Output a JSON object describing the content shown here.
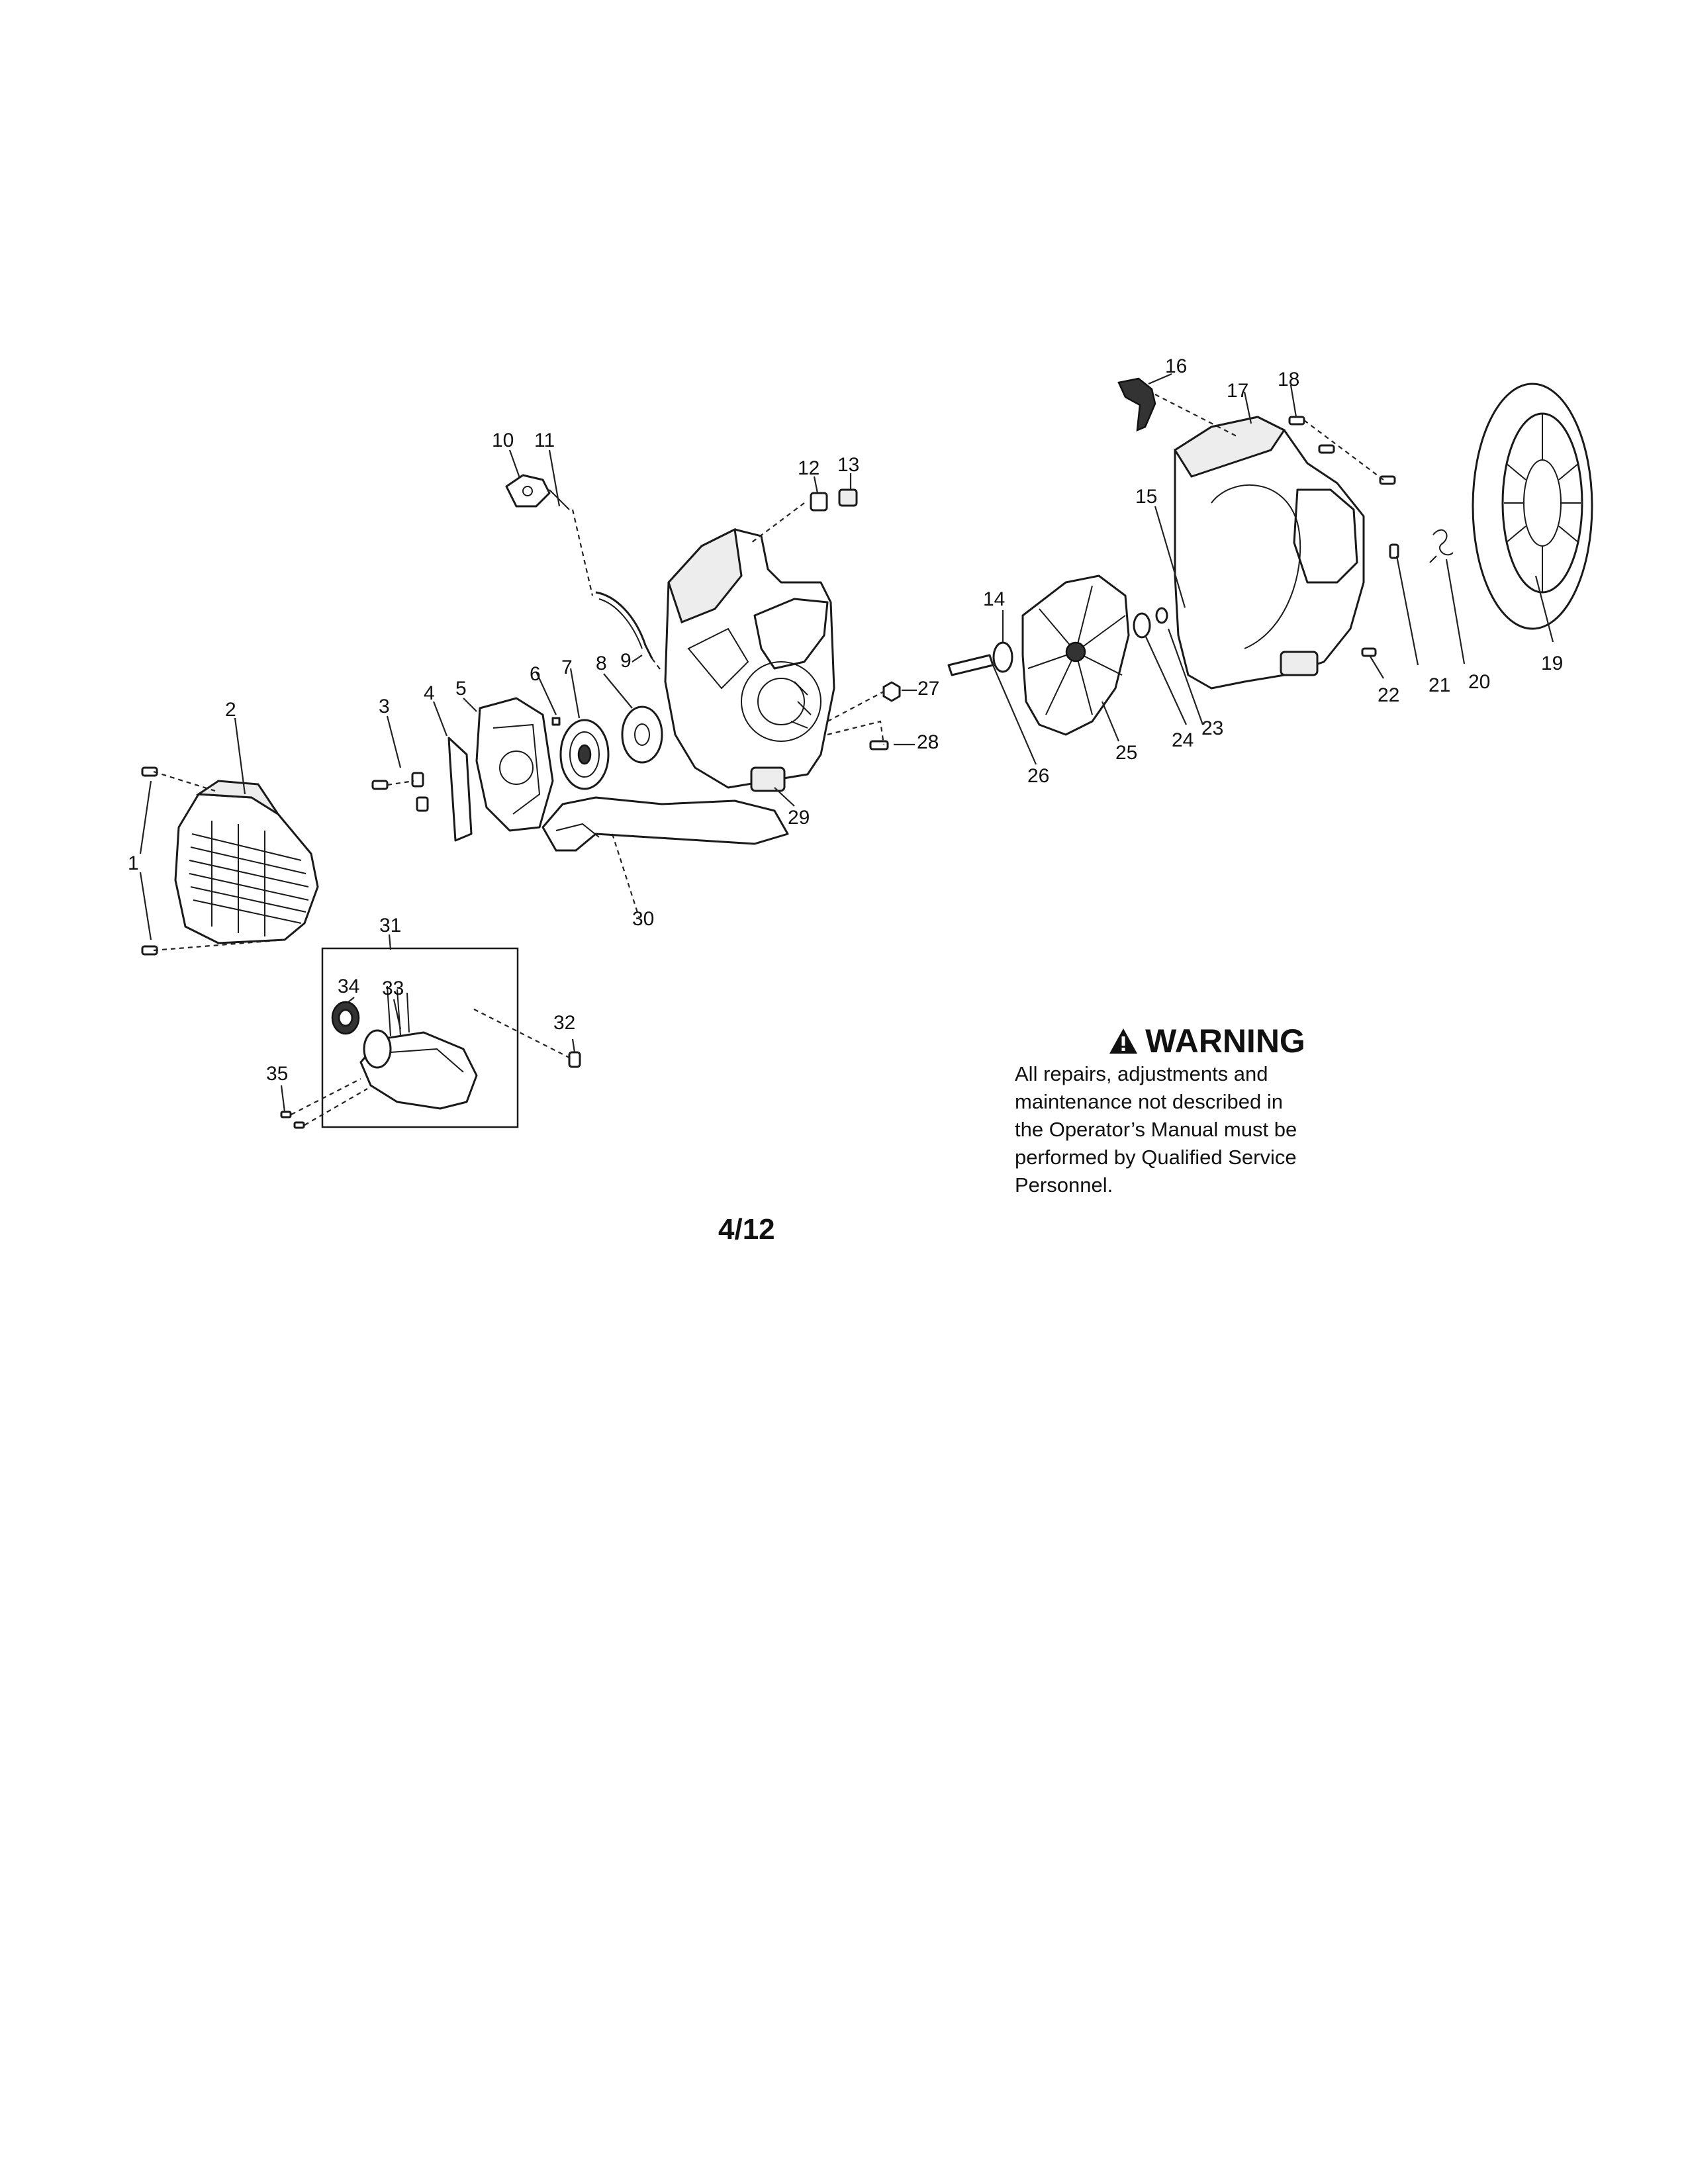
{
  "callouts": [
    "1",
    "2",
    "3",
    "4",
    "5",
    "6",
    "7",
    "8",
    "9",
    "10",
    "11",
    "12",
    "13",
    "14",
    "15",
    "16",
    "17",
    "18",
    "19",
    "20",
    "21",
    "22",
    "23",
    "24",
    "25",
    "26",
    "27",
    "28",
    "29",
    "30",
    "31",
    "32",
    "33",
    "34",
    "35"
  ],
  "warning": {
    "heading": "WARNING",
    "icon": "warning-triangle-icon",
    "text": "All repairs, adjustments and\nmaintenance not described in\nthe Operator’s Manual must be\nperformed by Qualified Service\nPersonnel."
  },
  "page_number": "4/12"
}
